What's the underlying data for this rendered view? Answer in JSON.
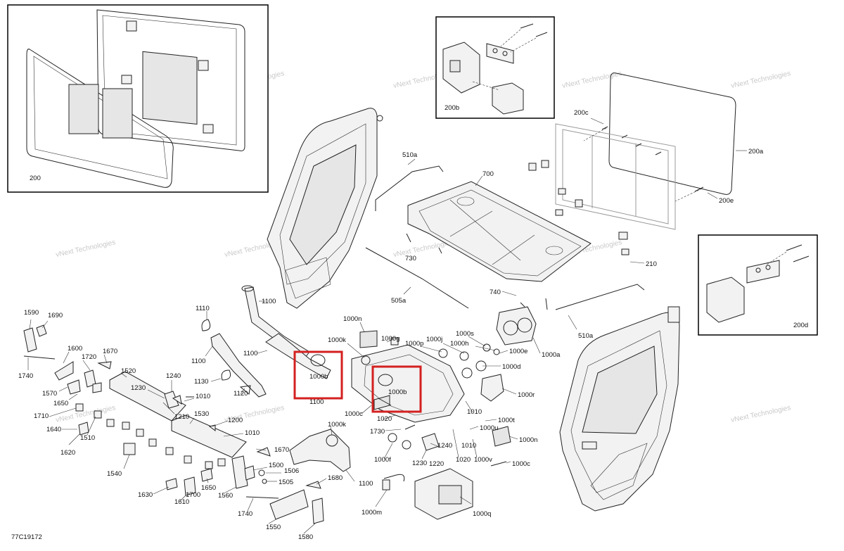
{
  "diagram_id": "77C19172",
  "watermark": "vNext Technologies",
  "highlight_color": "#d42020",
  "inset_labels": {
    "top_left": "200",
    "top_mid": "200b",
    "right": "200d"
  },
  "labels": {
    "l_200c": "200c",
    "l_200a": "200a",
    "l_200e": "200e",
    "l_510a_top": "510a",
    "l_700": "700",
    "l_730": "730",
    "l_210": "210",
    "l_505a": "505a",
    "l_740": "740",
    "l_510a_bot": "510a",
    "l_1100_a": "1100",
    "l_1110": "1110",
    "l_1100_b": "1100",
    "l_1100_c": "1100",
    "l_1130": "1130",
    "l_1120": "1120",
    "l_1100_d": "1100",
    "l_1100_e": "1100",
    "l_1590": "1590",
    "l_1690": "1690",
    "l_1600": "1600",
    "l_1670_a": "1670",
    "l_1720": "1720",
    "l_1740_a": "1740",
    "l_1520": "1520",
    "l_1570": "1570",
    "l_1650_a": "1650",
    "l_1230_a": "1230",
    "l_1240_a": "1240",
    "l_1010_a": "1010",
    "l_1710": "1710",
    "l_1640": "1640",
    "l_1510": "1510",
    "l_1210": "1210",
    "l_1530": "1530",
    "l_1200": "1200",
    "l_1010_b": "1010",
    "l_1620": "1620",
    "l_1670_b": "1670",
    "l_1540": "1540",
    "l_1500": "1500",
    "l_1506": "1506",
    "l_1505": "1505",
    "l_1650_b": "1650",
    "l_1560": "1560",
    "l_1630": "1630",
    "l_1700": "1700",
    "l_1610": "1610",
    "l_1680": "1680",
    "l_1740_b": "1740",
    "l_1550": "1550",
    "l_1580": "1580",
    "l_1000n_a": "1000n",
    "l_1000k_a": "1000k",
    "l_1000g": "1000g",
    "l_1000p": "1000p",
    "l_1000j": "1000j",
    "l_1000s": "1000s",
    "l_1000h": "1000h",
    "l_1000e": "1000e",
    "l_1000a": "1000a",
    "l_1000d": "1000d",
    "l_1000b_a": "1000b",
    "l_1000b_b": "1000b",
    "l_1000c_a": "1000c",
    "l_1020_a": "1020",
    "l_1000r": "1000r",
    "l_1010_c": "1010",
    "l_1000t": "1000t",
    "l_1000k_b": "1000k",
    "l_1730": "1730",
    "l_1000u": "1000u",
    "l_1240_b": "1240",
    "l_1010_d": "1010",
    "l_1000n_b": "1000n",
    "l_1000f": "1000f",
    "l_1230_b": "1230",
    "l_1220": "1220",
    "l_1020_b": "1020",
    "l_1000v": "1000v",
    "l_1000c_b": "1000c",
    "l_1000m": "1000m",
    "l_1000q": "1000q"
  }
}
